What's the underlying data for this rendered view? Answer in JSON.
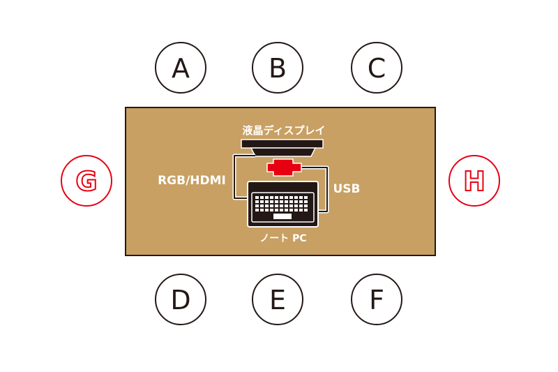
{
  "seats": {
    "a": "A",
    "b": "B",
    "c": "C",
    "d": "D",
    "e": "E",
    "f": "F",
    "g": "G",
    "h": "H"
  },
  "labels": {
    "display": "液晶ディスプレイ",
    "rgb_hdmi": "RGB/HDMI",
    "usb": "USB",
    "notebook": "ノート PC"
  },
  "colors": {
    "table": "#c8a063",
    "highlight": "#e60012",
    "outline": "#231815"
  }
}
